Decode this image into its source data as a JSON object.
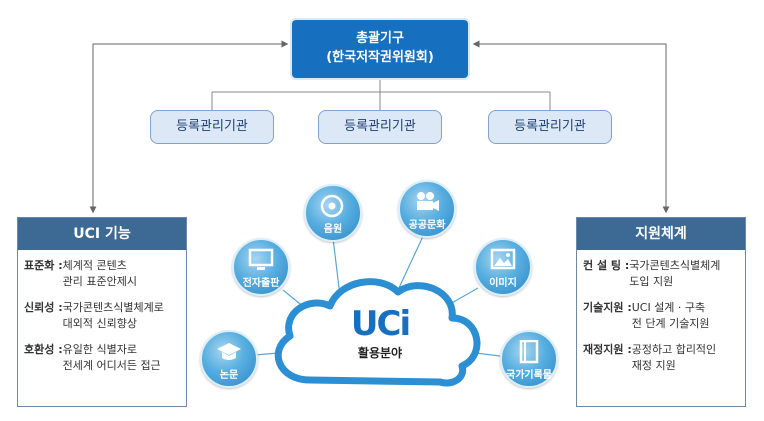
{
  "top": {
    "line1": "총괄기구",
    "line2": "(한국저작권위원회)"
  },
  "registries": [
    "등록관리기관",
    "등록관리기관",
    "등록관리기관"
  ],
  "left_panel": {
    "title": "UCI 기능",
    "items": [
      {
        "term": "표준화",
        "sep": " : ",
        "desc1": "체계적 콘텐츠",
        "desc2": "관리 표준안제시"
      },
      {
        "term": "신뢰성",
        "sep": " :",
        "desc1": "국가콘텐츠식별체계로",
        "desc2": "대외적 신뢰향상"
      },
      {
        "term": "호환성",
        "sep": " : ",
        "desc1": "유일한 식별자로",
        "desc2": "전세계 어디서든 접근"
      }
    ]
  },
  "right_panel": {
    "title": "지원체계",
    "items": [
      {
        "term": "컨 설 팅",
        "sep": " : ",
        "desc1": "국가콘텐츠식별체계",
        "desc2": "도입 지원"
      },
      {
        "term": "기술지원",
        "sep": " : ",
        "desc1": "UCI 설계 · 구축",
        "desc2": "전 단계 기술지원"
      },
      {
        "term": "재정지원",
        "sep": " : ",
        "desc1": "공정하고 합리적인",
        "desc2": "재정 지원"
      }
    ]
  },
  "cloud": {
    "logo": "UCi",
    "label": "활용분야"
  },
  "fields": {
    "music": "음원",
    "culture": "공공문화",
    "ebook": "전자출판",
    "image": "이미지",
    "paper": "논문",
    "records": "국가기록물"
  },
  "colors": {
    "primary": "#1670bf",
    "panel_head": "#3d6a95",
    "registry_fill": "#dde8f6",
    "icon_blue": "#3a96d4"
  }
}
